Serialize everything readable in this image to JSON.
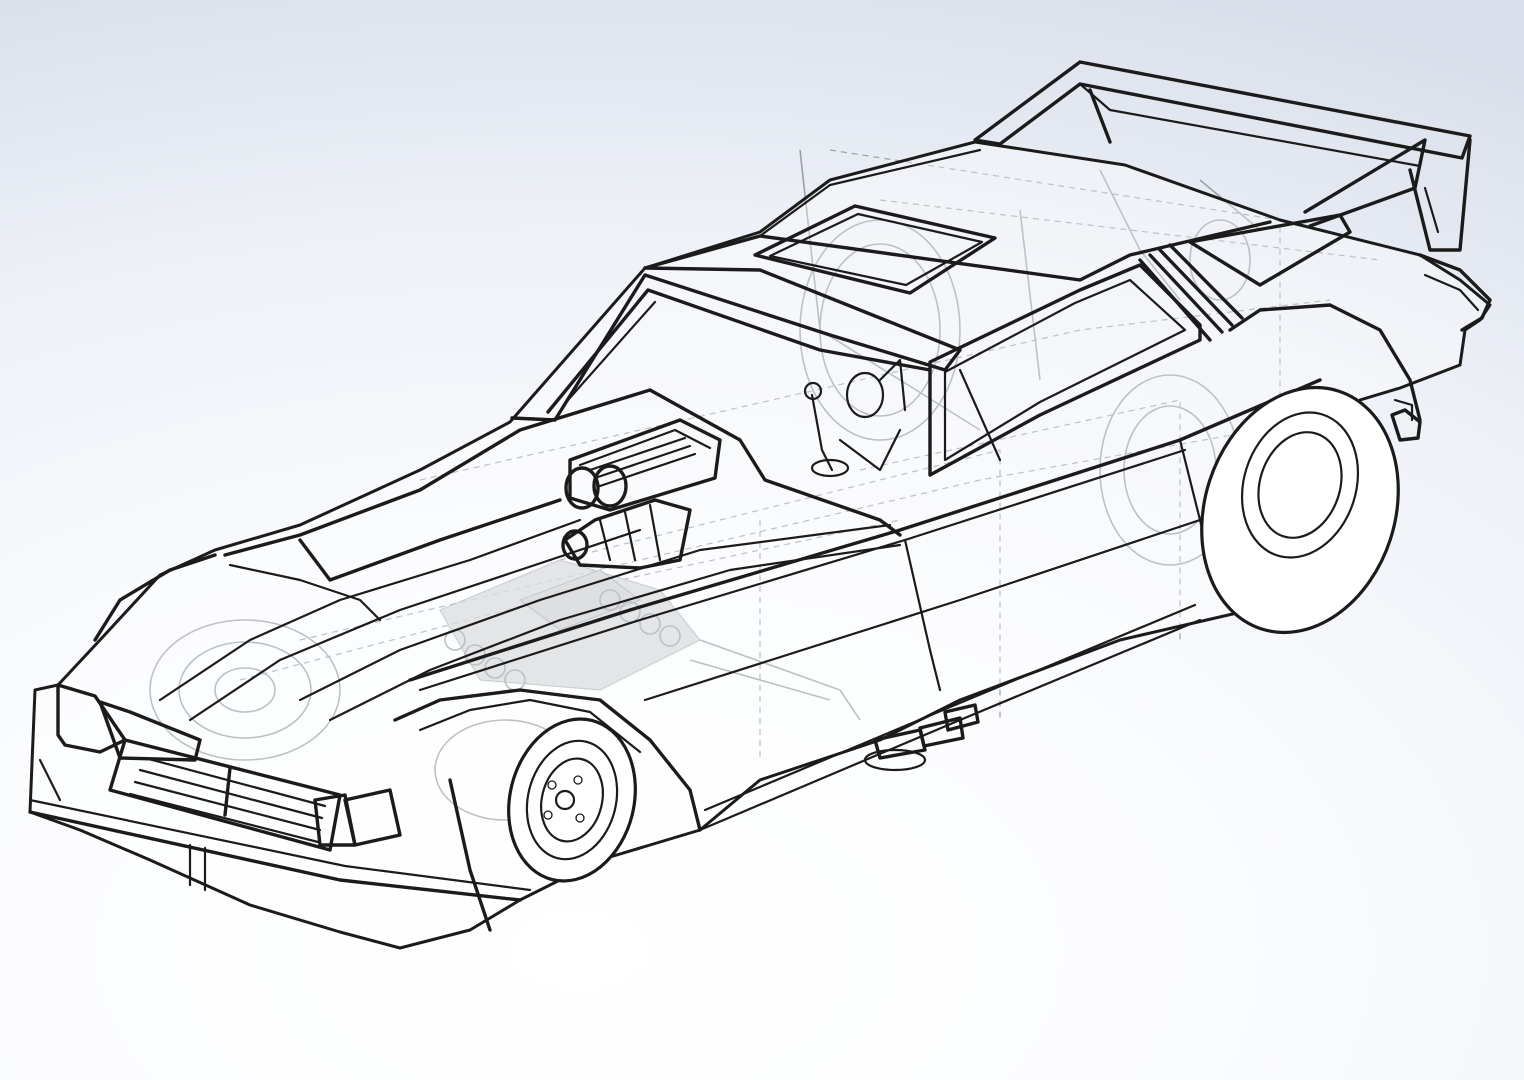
{
  "viewport": {
    "background_top": "#d9dfea",
    "background_bottom": "#ffffff",
    "line_color": "#1b1b1b",
    "hidden_line_color": "#9aa0a6"
  },
  "model": {
    "subject": "funny-car-drag-racer-body",
    "display_style": "hidden-lines-visible",
    "view": "isometric"
  }
}
